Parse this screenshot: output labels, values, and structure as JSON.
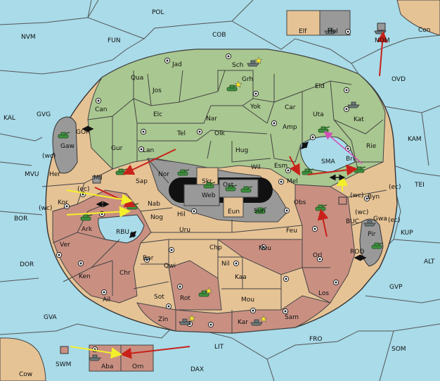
{
  "regions": {
    "pol": "POL",
    "nvm": "NVM",
    "fun": "FUN",
    "cob": "COB",
    "elf": "Elf",
    "hel": "Hel",
    "nom": "NOM",
    "con": "Con",
    "ovd": "OVD",
    "kal": "KAL",
    "gvg": "GVG",
    "gor": "GOR",
    "gaw": "Gaw",
    "mvu": "MVU",
    "wc1": "(wc)",
    "her": "Her",
    "ec1": "(ec)",
    "mil": "Mil",
    "wc2": "(wc)",
    "kor": "Kor",
    "bor": "BOR",
    "ark": "Ark",
    "rbu": "RBU",
    "ver": "Ver",
    "dor": "DOR",
    "ken": "Ken",
    "ail": "Ail",
    "gva": "GVA",
    "jad": "Jad",
    "sch": "Sch",
    "qua": "Qua",
    "grh": "Grh",
    "jos": "Jos",
    "can": "Can",
    "elc": "Elc",
    "nar": "Nar",
    "yok": "Yok",
    "car": "Car",
    "eld": "Eld",
    "uta": "Uta",
    "kat": "Kat",
    "amp": "Amp",
    "kam": "KAM",
    "gur": "Gur",
    "tel": "Tel",
    "olk": "Olk",
    "lan": "Lan",
    "hug": "Hug",
    "rie": "Rie",
    "sma": "SMA",
    "bri": "Bri",
    "sap": "Sap",
    "nor": "Nor",
    "skr": "Skr",
    "wil": "Wil",
    "esm": "Esm",
    "ost": "Ost",
    "web": "Web",
    "mel": "Mel",
    "wc3": "(wc)",
    "byn": "Byn",
    "ec2": "(ec)",
    "tei": "TEI",
    "nab": "Nab",
    "hil": "Hil",
    "eun": "Eun",
    "sun": "Sun",
    "obs": "Obs",
    "wc4": "(wc)",
    "gwa": "Gwa",
    "ec3": "(ec)",
    "buc": "BUC",
    "kup": "KUP",
    "nog": "Nog",
    "uru": "Uru",
    "feu": "Feu",
    "pir": "Pir",
    "chp": "Chp",
    "neu": "Neu",
    "rod": "ROD",
    "bar": "Bar",
    "nil": "Nil",
    "orl": "Orl",
    "alt": "ALT",
    "chr": "Chr",
    "qwi": "Qwi",
    "kaa": "Kaa",
    "gvp": "GVP",
    "sot": "Sot",
    "los": "Los",
    "rot": "Rot",
    "mou": "Mou",
    "zin": "Zin",
    "kar": "Kar",
    "sam": "Sam",
    "fro": "FRO",
    "lit": "LIT",
    "som": "SOM",
    "swm": "SWM",
    "aba": "Aba",
    "orn": "Orn",
    "dax": "DAX",
    "cow": "Cow"
  },
  "colors": {
    "sea": "#a9dbe9",
    "land_green": "#a9c790",
    "land_tan": "#e6c395",
    "land_red": "#c99082",
    "impassable": "#999999",
    "arrow_red": "#c8221a",
    "arrow_yellow": "#f3f02b",
    "arrow_magenta": "#d04fb8"
  },
  "icons": {
    "army": "tank-icon",
    "fleet": "ship-icon",
    "supply_center": "supply-center-icon",
    "convoy": "bidirectional-arrow-icon",
    "star": "star-icon"
  }
}
